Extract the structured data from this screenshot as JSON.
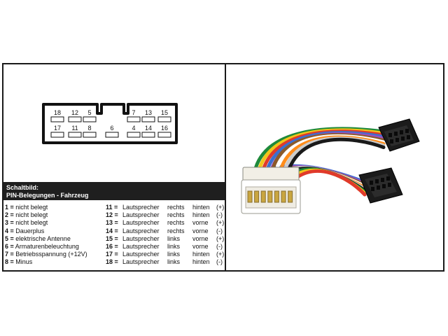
{
  "diagram": {
    "top_row": [
      "18",
      "12",
      "5",
      "7",
      "13",
      "15"
    ],
    "bottom_row": [
      "17",
      "11",
      "8",
      "6",
      "4",
      "14",
      "16"
    ]
  },
  "caption": {
    "line1": "Schaltbild:",
    "line2": "PIN-Belegungen - Fahrzeug"
  },
  "pins_left": [
    {
      "num": "1 =",
      "text": "nicht belegt"
    },
    {
      "num": "2 =",
      "text": "nicht belegt"
    },
    {
      "num": "3 =",
      "text": "nicht belegt"
    },
    {
      "num": "4 =",
      "text": "Dauerplus"
    },
    {
      "num": "5 =",
      "text": "elektrische Antenne"
    },
    {
      "num": "6 =",
      "text": "Armaturenbeleuchtung"
    },
    {
      "num": "7 =",
      "text": "Betriebsspannung (+12V)"
    },
    {
      "num": "8 =",
      "text": "Minus"
    }
  ],
  "pins_right": [
    {
      "num": "11 =",
      "a": "Lautsprecher",
      "b": "rechts",
      "c": "hinten",
      "d": "(+)"
    },
    {
      "num": "12 =",
      "a": "Lautsprecher",
      "b": "rechts",
      "c": "hinten",
      "d": "(-)"
    },
    {
      "num": "13 =",
      "a": "Lautsprecher",
      "b": "rechts",
      "c": "vorne",
      "d": "(+)"
    },
    {
      "num": "14 =",
      "a": "Lautsprecher",
      "b": "rechts",
      "c": "vorne",
      "d": "(-)"
    },
    {
      "num": "15 =",
      "a": "Lautsprecher",
      "b": "links",
      "c": "vorne",
      "d": "(+)"
    },
    {
      "num": "16 =",
      "a": "Lautsprecher",
      "b": "links",
      "c": "vorne",
      "d": "(-)"
    },
    {
      "num": "17 =",
      "a": "Lautsprecher",
      "b": "links",
      "c": "hinten",
      "d": "(+)"
    },
    {
      "num": "18 =",
      "a": "Lautsprecher",
      "b": "links",
      "c": "hinten",
      "d": "(-)"
    }
  ],
  "wire_colors": [
    "#1e8a3a",
    "#f2c51a",
    "#e03a2a",
    "#3a6fd0",
    "#9a4fc0",
    "#8a5a2a",
    "#ffffff",
    "#ff8c1a",
    "#cccccc",
    "#1a1a1a"
  ]
}
